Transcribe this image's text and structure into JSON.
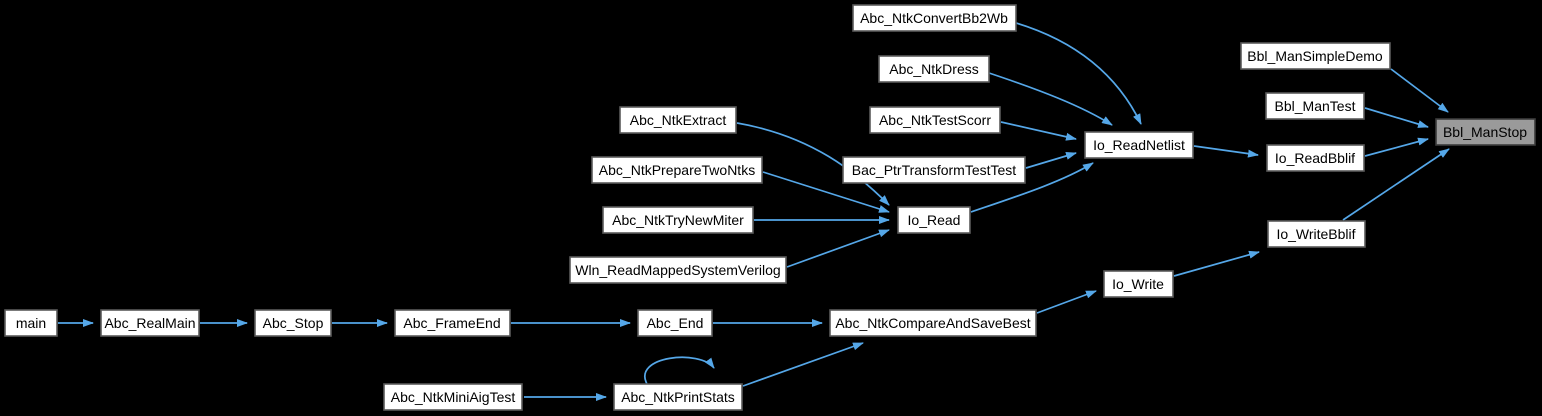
{
  "diagram_type": "call-graph",
  "colors": {
    "background": "#000000",
    "node_fill": "#ffffff",
    "node_border": "#5a5a5a",
    "highlighted_node_fill": "#9a9a9a",
    "highlighted_node_border": "#3c3c3c",
    "edge": "#55a7e8",
    "label_text": "#000000"
  },
  "highlighted_node": "Bbl_ManStop",
  "nodes": [
    {
      "id": "main",
      "label": "main"
    },
    {
      "id": "Abc_RealMain",
      "label": "Abc_RealMain"
    },
    {
      "id": "Abc_Stop",
      "label": "Abc_Stop"
    },
    {
      "id": "Abc_FrameEnd",
      "label": "Abc_FrameEnd"
    },
    {
      "id": "Abc_End",
      "label": "Abc_End"
    },
    {
      "id": "Abc_NtkCompareAndSaveBest",
      "label": "Abc_NtkCompareAndSaveBest"
    },
    {
      "id": "Abc_NtkMiniAigTest",
      "label": "Abc_NtkMiniAigTest"
    },
    {
      "id": "Abc_NtkPrintStats",
      "label": "Abc_NtkPrintStats"
    },
    {
      "id": "Abc_NtkConvertBb2Wb",
      "label": "Abc_NtkConvertBb2Wb"
    },
    {
      "id": "Abc_NtkDress",
      "label": "Abc_NtkDress"
    },
    {
      "id": "Abc_NtkTestScorr",
      "label": "Abc_NtkTestScorr"
    },
    {
      "id": "Bac_PtrTransformTestTest",
      "label": "Bac_PtrTransformTestTest"
    },
    {
      "id": "Abc_NtkExtract",
      "label": "Abc_NtkExtract"
    },
    {
      "id": "Abc_NtkPrepareTwoNtks",
      "label": "Abc_NtkPrepareTwoNtks"
    },
    {
      "id": "Abc_NtkTryNewMiter",
      "label": "Abc_NtkTryNewMiter"
    },
    {
      "id": "Wln_ReadMappedSystemVerilog",
      "label": "Wln_ReadMappedSystemVerilog"
    },
    {
      "id": "Io_Read",
      "label": "Io_Read"
    },
    {
      "id": "Io_ReadNetlist",
      "label": "Io_ReadNetlist"
    },
    {
      "id": "Io_Write",
      "label": "Io_Write"
    },
    {
      "id": "Io_WriteBblif",
      "label": "Io_WriteBblif"
    },
    {
      "id": "Io_ReadBblif",
      "label": "Io_ReadBblif"
    },
    {
      "id": "Bbl_ManTest",
      "label": "Bbl_ManTest"
    },
    {
      "id": "Bbl_ManSimpleDemo",
      "label": "Bbl_ManSimpleDemo"
    },
    {
      "id": "Bbl_ManStop",
      "label": "Bbl_ManStop",
      "highlighted": true
    }
  ],
  "edges": [
    {
      "from": "main",
      "to": "Abc_RealMain"
    },
    {
      "from": "Abc_RealMain",
      "to": "Abc_Stop"
    },
    {
      "from": "Abc_Stop",
      "to": "Abc_FrameEnd"
    },
    {
      "from": "Abc_FrameEnd",
      "to": "Abc_End"
    },
    {
      "from": "Abc_End",
      "to": "Abc_NtkCompareAndSaveBest"
    },
    {
      "from": "Abc_NtkMiniAigTest",
      "to": "Abc_NtkPrintStats"
    },
    {
      "from": "Abc_NtkPrintStats",
      "to": "Abc_NtkPrintStats"
    },
    {
      "from": "Abc_NtkPrintStats",
      "to": "Abc_NtkCompareAndSaveBest"
    },
    {
      "from": "Abc_NtkCompareAndSaveBest",
      "to": "Io_Write"
    },
    {
      "from": "Io_Write",
      "to": "Io_WriteBblif"
    },
    {
      "from": "Io_WriteBblif",
      "to": "Bbl_ManStop"
    },
    {
      "from": "Abc_NtkConvertBb2Wb",
      "to": "Io_ReadNetlist"
    },
    {
      "from": "Abc_NtkDress",
      "to": "Io_ReadNetlist"
    },
    {
      "from": "Abc_NtkTestScorr",
      "to": "Io_ReadNetlist"
    },
    {
      "from": "Bac_PtrTransformTestTest",
      "to": "Io_ReadNetlist"
    },
    {
      "from": "Abc_NtkExtract",
      "to": "Io_Read"
    },
    {
      "from": "Abc_NtkPrepareTwoNtks",
      "to": "Io_Read"
    },
    {
      "from": "Abc_NtkTryNewMiter",
      "to": "Io_Read"
    },
    {
      "from": "Wln_ReadMappedSystemVerilog",
      "to": "Io_Read"
    },
    {
      "from": "Io_Read",
      "to": "Io_ReadNetlist"
    },
    {
      "from": "Io_ReadNetlist",
      "to": "Io_ReadBblif"
    },
    {
      "from": "Io_ReadBblif",
      "to": "Bbl_ManStop"
    },
    {
      "from": "Bbl_ManTest",
      "to": "Bbl_ManStop"
    },
    {
      "from": "Bbl_ManSimpleDemo",
      "to": "Bbl_ManStop"
    }
  ]
}
